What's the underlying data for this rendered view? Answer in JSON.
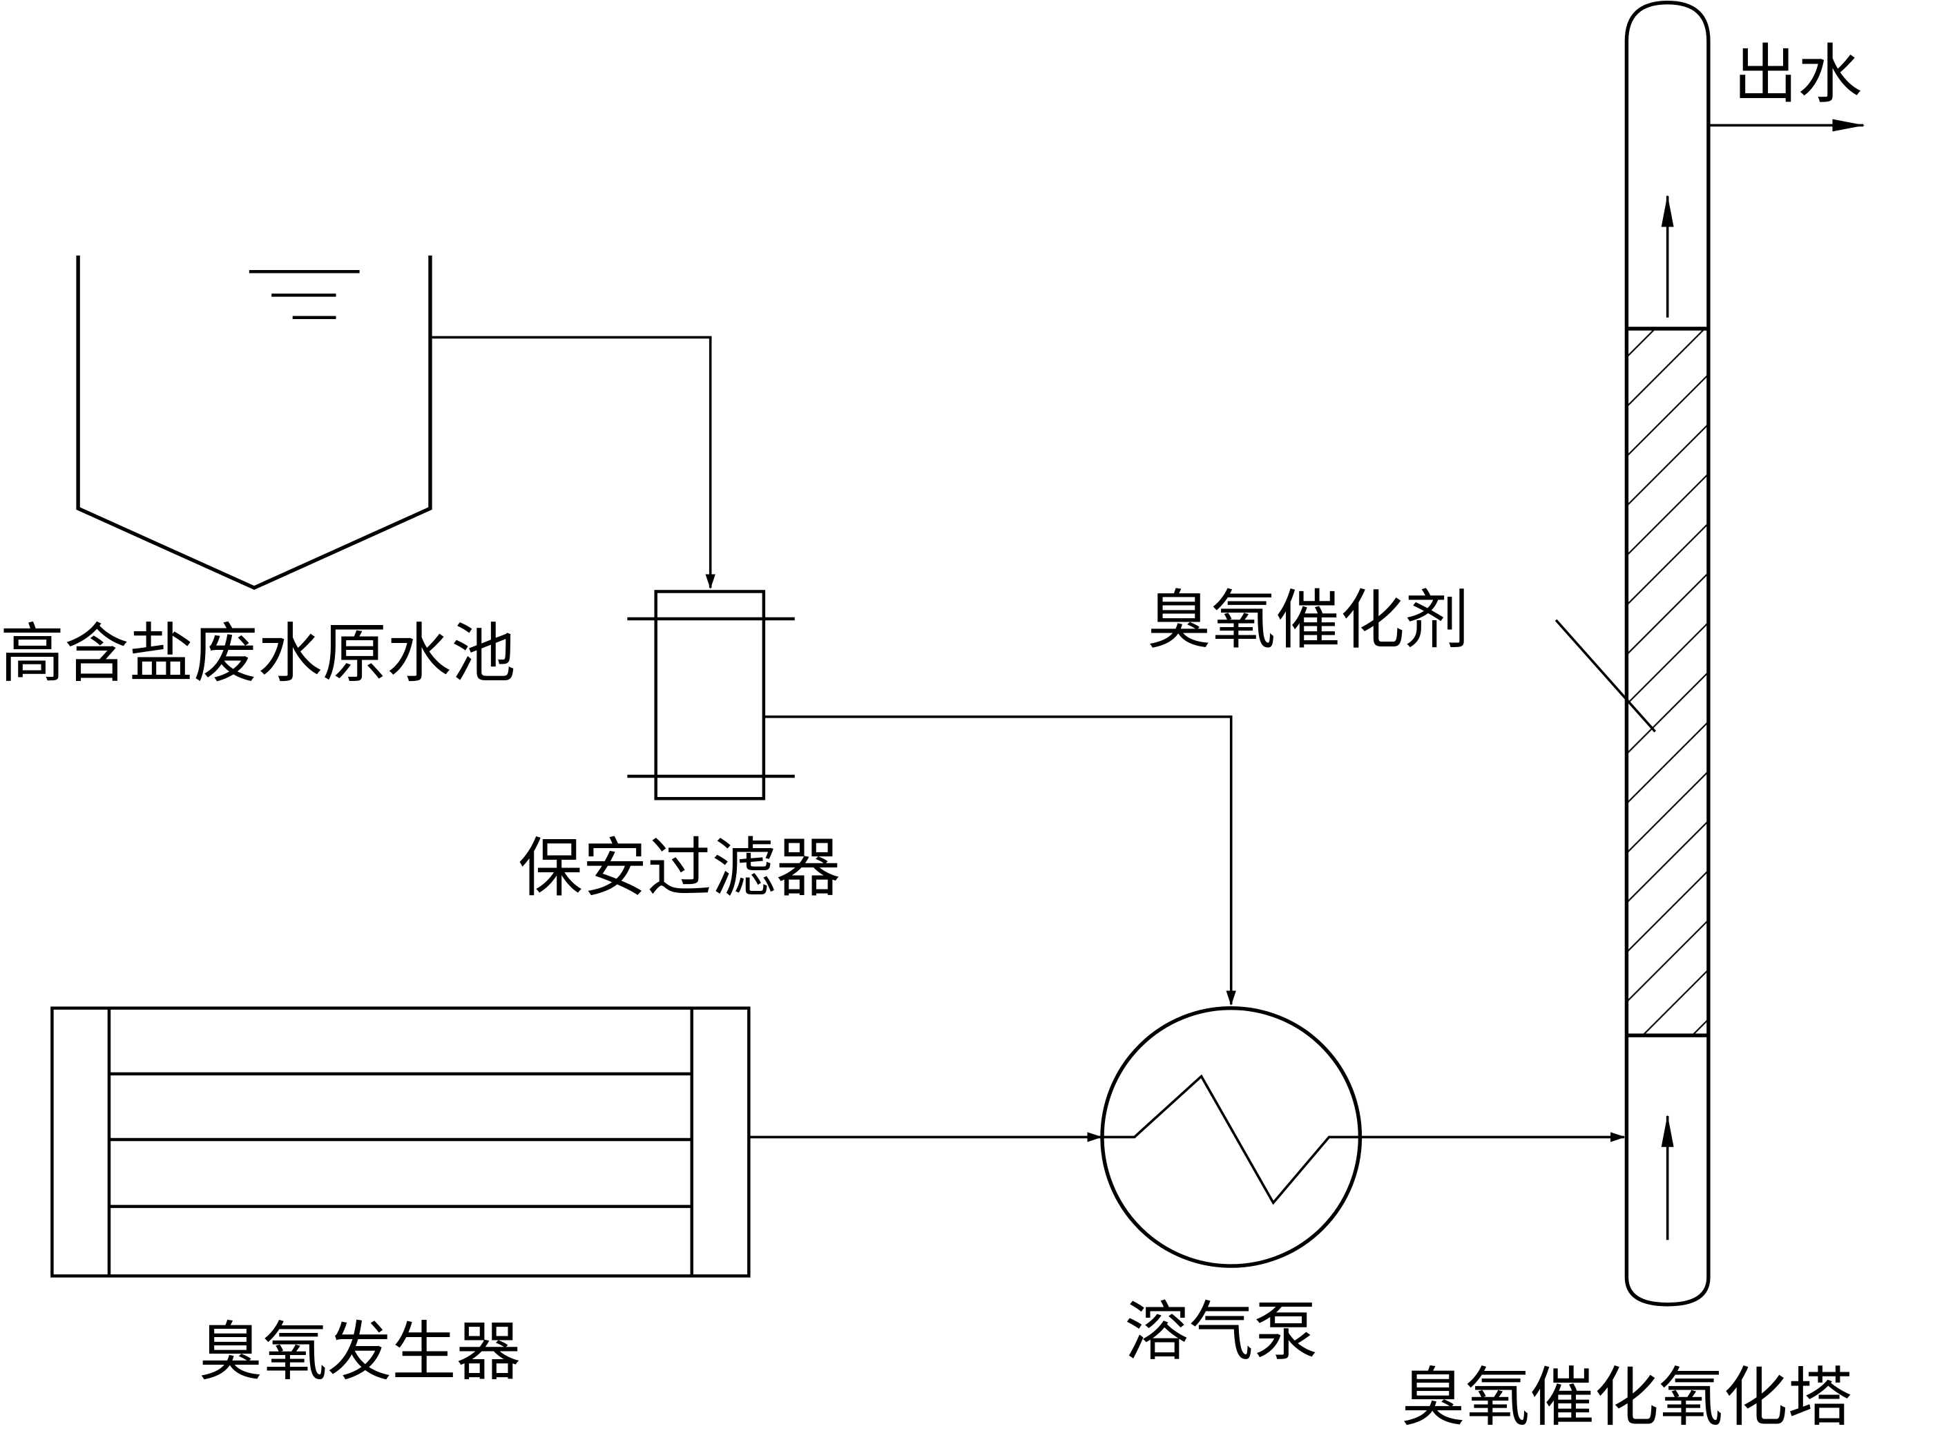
{
  "diagram": {
    "type": "process-flow",
    "labels": {
      "raw_water_tank": "高含盐废水原水池",
      "security_filter": "保安过滤器",
      "ozone_generator": "臭氧发生器",
      "dissolved_air_pump": "溶气泵",
      "ozone_catalytic_tower": "臭氧催化氧化塔",
      "ozone_catalyst": "臭氧催化剂",
      "outlet_water": "出水"
    },
    "flows": [
      {
        "from": "raw_water_tank",
        "to": "security_filter"
      },
      {
        "from": "security_filter",
        "to": "dissolved_air_pump"
      },
      {
        "from": "ozone_generator",
        "to": "dissolved_air_pump"
      },
      {
        "from": "dissolved_air_pump",
        "to": "ozone_catalytic_tower"
      },
      {
        "from": "ozone_catalytic_tower",
        "to": "outlet_water"
      }
    ]
  }
}
